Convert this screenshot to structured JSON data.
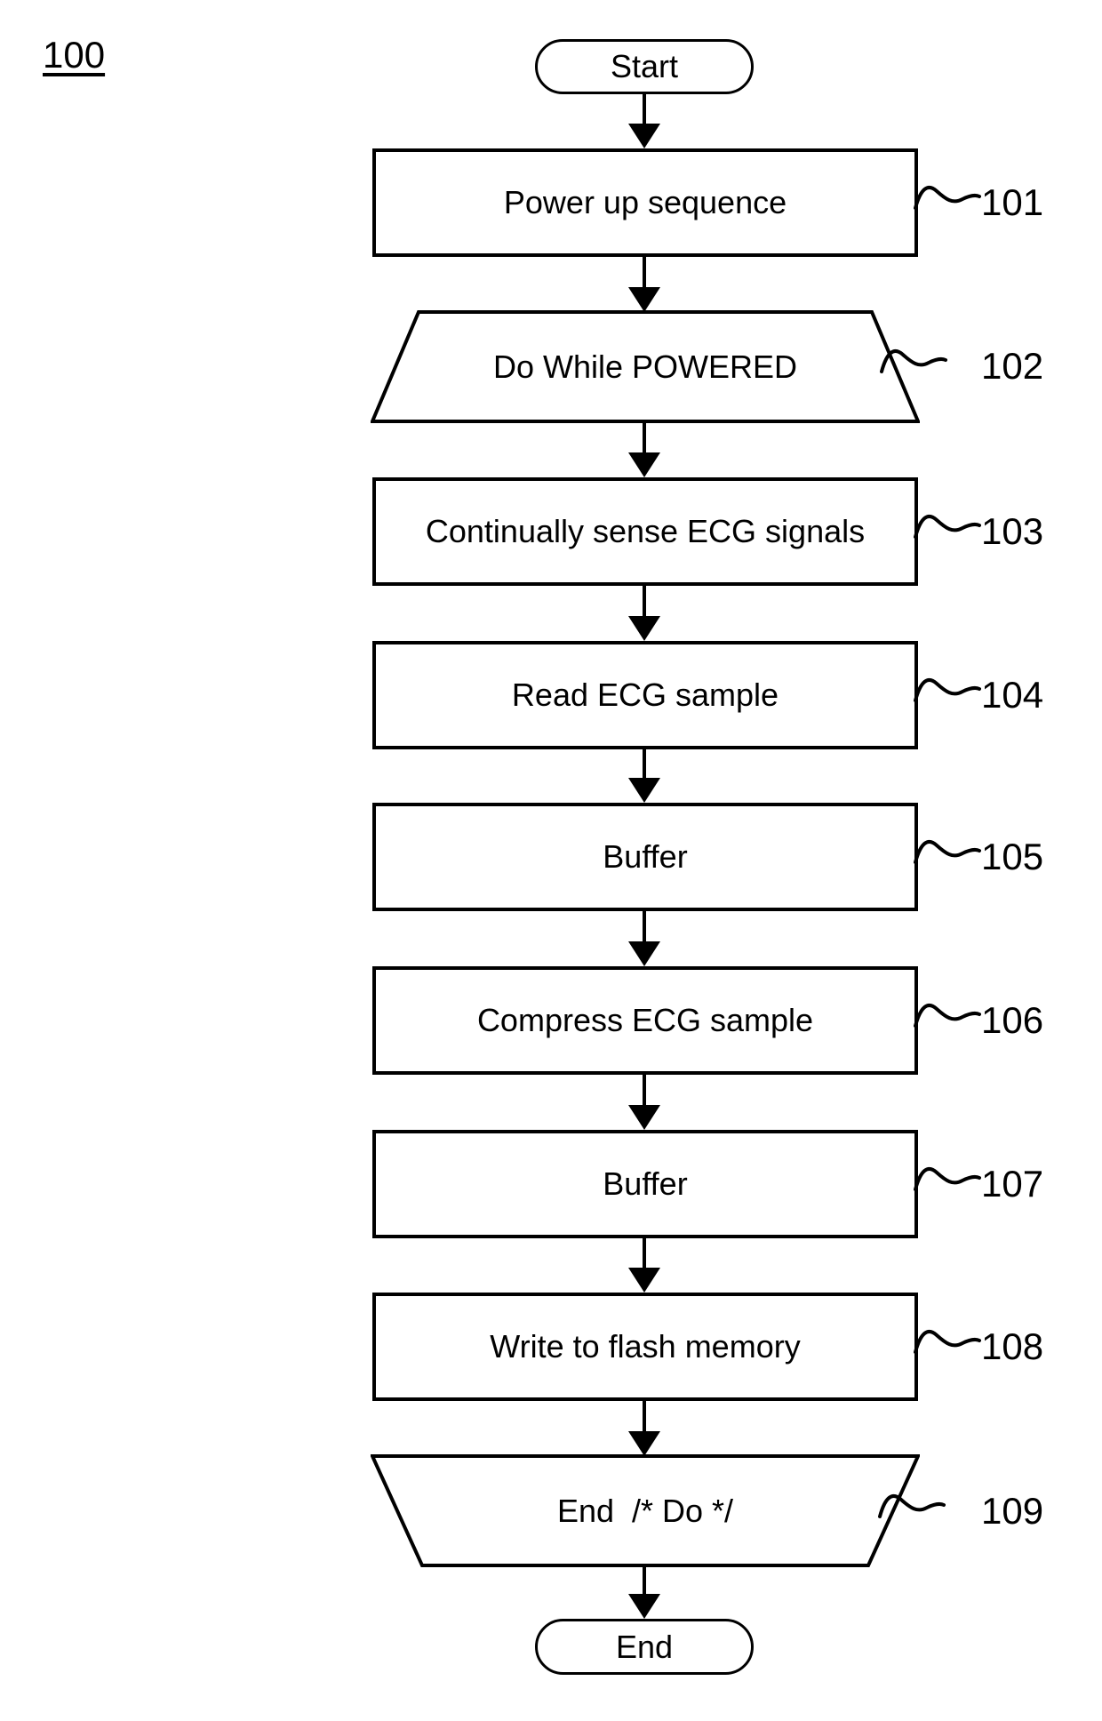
{
  "figure_label": "100",
  "nodes": [
    {
      "id": "start",
      "type": "terminator",
      "label": "Start"
    },
    {
      "id": "101",
      "type": "process",
      "label": "Power up sequence",
      "ref": "101"
    },
    {
      "id": "102",
      "type": "loop-start",
      "label": "Do While POWERED",
      "ref": "102"
    },
    {
      "id": "103",
      "type": "process",
      "label": "Continually sense ECG signals",
      "ref": "103"
    },
    {
      "id": "104",
      "type": "process",
      "label": "Read ECG sample",
      "ref": "104"
    },
    {
      "id": "105",
      "type": "process",
      "label": "Buffer",
      "ref": "105"
    },
    {
      "id": "106",
      "type": "process",
      "label": "Compress ECG sample",
      "ref": "106"
    },
    {
      "id": "107",
      "type": "process",
      "label": "Buffer",
      "ref": "107"
    },
    {
      "id": "108",
      "type": "process",
      "label": "Write to flash memory",
      "ref": "108"
    },
    {
      "id": "109",
      "type": "loop-end",
      "label": "End  /* Do */",
      "ref": "109"
    },
    {
      "id": "end",
      "type": "terminator",
      "label": "End"
    }
  ],
  "edges": [
    "start-101",
    "101-102",
    "102-103",
    "103-104",
    "104-105",
    "105-106",
    "106-107",
    "107-108",
    "108-109",
    "109-end"
  ],
  "colors": {
    "stroke": "#000000",
    "background": "#ffffff",
    "text": "#000000"
  }
}
